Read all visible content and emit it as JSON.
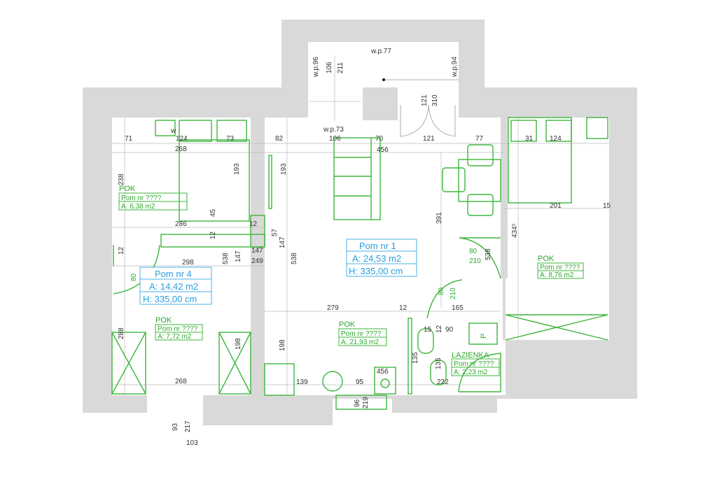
{
  "plan": {
    "balcony": {
      "wp77": "w.p.77",
      "wp96": "w.p.96",
      "wp94": "w.p.94",
      "d106": "106",
      "d211": "211",
      "d121": "121",
      "d310": "310",
      "wp73": "w.p.73"
    },
    "dims_top": [
      "71",
      "124",
      "73",
      "82",
      "106",
      "70",
      "121",
      "77",
      "31",
      "124"
    ],
    "dims": {
      "d268a": "268",
      "d456a": "456",
      "d238": "238",
      "d193a": "193",
      "d193b": "193",
      "d391": "391",
      "d434": "434⁵",
      "d201": "201",
      "d15a": "15",
      "d45": "45",
      "d286": "286",
      "d12a": "12",
      "d57": "57",
      "d147a": "147",
      "d12b": "12",
      "d12c": "12",
      "d298": "298",
      "d538a": "538",
      "d147b": "147",
      "d147c": "147",
      "d249": "249",
      "d538b": "538",
      "d80a": "80",
      "d210a": "210",
      "d80b": "80",
      "d210b": "210",
      "d538c": "538",
      "d80c": "80",
      "d210c": "210",
      "d279": "279",
      "d12d": "12",
      "d165": "165",
      "d288": "288",
      "d198a": "198",
      "d198b": "198",
      "d15b": "15",
      "d12e": "12",
      "d90": "90",
      "d135a": "135",
      "d135b": "135",
      "d222": "222",
      "d139": "139",
      "d95": "95",
      "d456b": "456",
      "d96": "96",
      "d219": "219",
      "d268b": "268",
      "d93": "93",
      "d217": "217",
      "d103": "103",
      "w": "w",
      "p": "P"
    },
    "rooms": [
      {
        "type": "POK",
        "number": "Pom nr ????",
        "area": "A: 6,38 m2"
      },
      {
        "type": "POK",
        "number": "Pom nr ????",
        "area": "A: 7,72 m2"
      },
      {
        "type": "POK",
        "number": "Pom nr ????",
        "area": "A: 21,93 m2"
      },
      {
        "type": "POK",
        "number": "Pom nr ????",
        "area": "A: 8,76 m2"
      },
      {
        "type": "LAZIENKA",
        "number": "Pom nr ????",
        "area": "A: 2,23 m2"
      }
    ],
    "units": [
      {
        "number": "Pom nr 4",
        "area": "A: 14,42 m2",
        "height": "H: 335,00 cm"
      },
      {
        "number": "Pom nr 1",
        "area": "A: 24,53 m2",
        "height": "H: 335,00 cm"
      }
    ]
  }
}
